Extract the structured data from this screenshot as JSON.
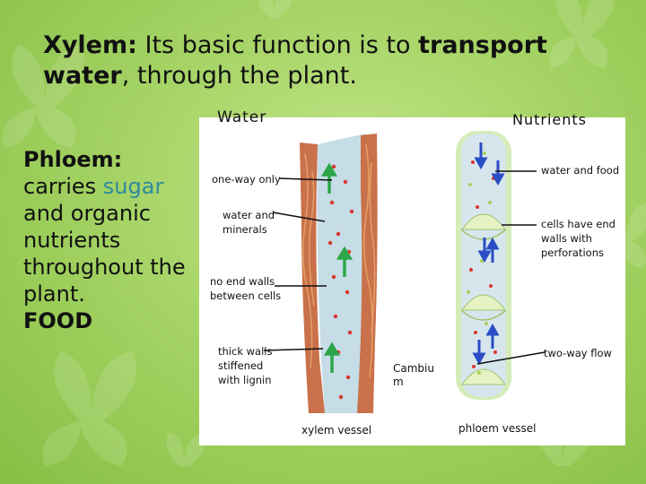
{
  "slide": {
    "xylem_term": "Xylem:",
    "xylem_text_1": " Its basic function is to ",
    "xylem_bold_1": "transport",
    "xylem_bold_2": "water",
    "xylem_text_2": ", through the plant.",
    "phloem_term": "Phloem:",
    "phloem_text_1": "carries ",
    "phloem_highlight": "sugar",
    "phloem_text_2": "and organic nutrients throughout the plant.",
    "phloem_food": "FOOD"
  },
  "diagram": {
    "water_label": "Water",
    "nutrients_label": "Nutrients",
    "cambium_label": "Cambiu m",
    "xylem_labels": {
      "one_way": "one-way only",
      "water_minerals_1": "water and",
      "water_minerals_2": "minerals",
      "no_end_walls_1": "no end walls",
      "no_end_walls_2": "between cells",
      "thick_walls_1": "thick walls",
      "thick_walls_2": "stiffened",
      "thick_walls_3": "with lignin",
      "vessel_caption": "xylem vessel"
    },
    "phloem_labels": {
      "water_food": "water and food",
      "end_walls_1": "cells have end",
      "end_walls_2": "walls with",
      "end_walls_3": "perforations",
      "two_way": "two-way flow",
      "vessel_caption": "phloem vessel"
    },
    "colors": {
      "xylem_wall": "#c9714a",
      "xylem_lumen": "#c6dce6",
      "phloem_lumen": "#d6e6ec",
      "phloem_wall": "#d6ecb8",
      "sieve_plate": "#e6f2c4",
      "arrow_up": "#2da64a",
      "arrow_down": "#2a4cc4",
      "dot_red": "#d9362e",
      "dot_green": "#a8cf5a"
    }
  }
}
